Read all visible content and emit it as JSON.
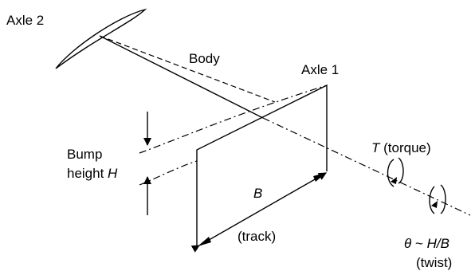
{
  "labels": {
    "axle2": "Axle 2",
    "body": "Body",
    "axle1": "Axle 1",
    "bump_line1": "Bump",
    "bump_line2": "height ",
    "bump_symbol": "H",
    "track_symbol": "B",
    "track_word": "(track)",
    "torque_symbol": "T",
    "torque_word": " (torque)",
    "twist_theta": "θ",
    "twist_sim": " ~ ",
    "twist_ratio": "H/B",
    "twist_word": "(twist)"
  }
}
